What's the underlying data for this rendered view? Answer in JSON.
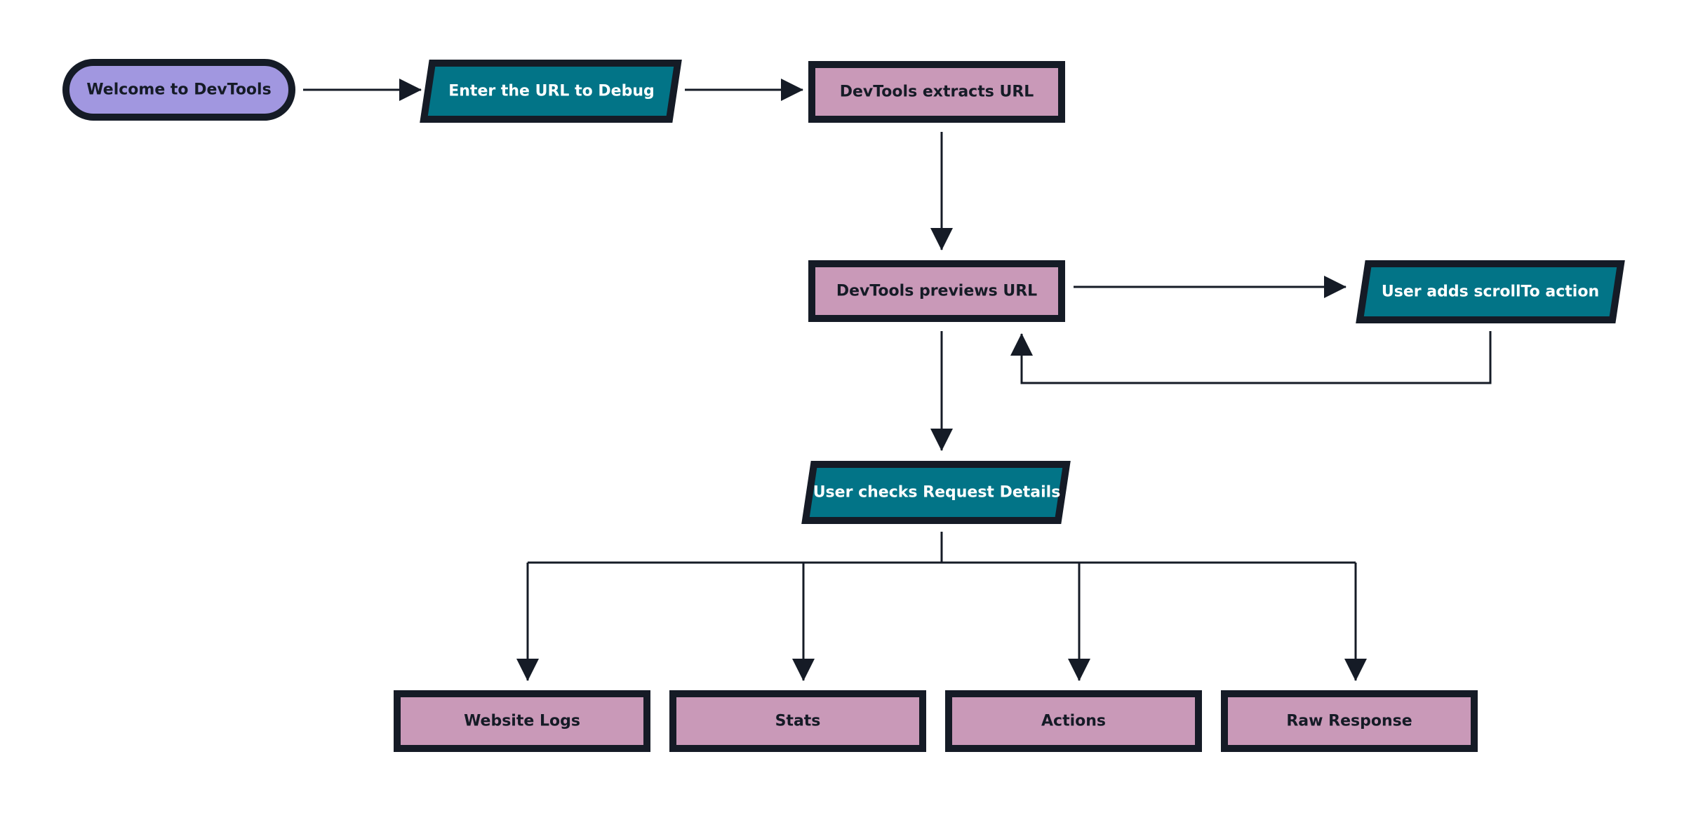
{
  "diagram": {
    "colors": {
      "background": "#ffffff",
      "outline": "#151b26",
      "terminal_fill": "#a197e0",
      "process_fill": "#c999b8",
      "io_fill": "#027487",
      "dark_text": "#151b26",
      "light_text": "#ffffff"
    },
    "nodes": {
      "start": {
        "label": "Welcome to DevTools",
        "shape": "terminal"
      },
      "enter_url": {
        "label": "Enter the URL to Debug",
        "shape": "input-output"
      },
      "extract_url": {
        "label": "DevTools extracts URL",
        "shape": "process"
      },
      "preview_url": {
        "label": "DevTools previews URL",
        "shape": "process"
      },
      "scroll_action": {
        "label": "User adds scrollTo action",
        "shape": "input-output"
      },
      "request_details": {
        "label": "User checks Request Details",
        "shape": "input-output"
      },
      "website_logs": {
        "label": "Website Logs",
        "shape": "process"
      },
      "stats": {
        "label": "Stats",
        "shape": "process"
      },
      "actions": {
        "label": "Actions",
        "shape": "process"
      },
      "raw_response": {
        "label": "Raw Response",
        "shape": "process"
      }
    },
    "edges": [
      {
        "from": "start",
        "to": "enter_url"
      },
      {
        "from": "enter_url",
        "to": "extract_url"
      },
      {
        "from": "extract_url",
        "to": "preview_url"
      },
      {
        "from": "preview_url",
        "to": "scroll_action"
      },
      {
        "from": "scroll_action",
        "to": "preview_url"
      },
      {
        "from": "preview_url",
        "to": "request_details"
      },
      {
        "from": "request_details",
        "to": "website_logs"
      },
      {
        "from": "request_details",
        "to": "stats"
      },
      {
        "from": "request_details",
        "to": "actions"
      },
      {
        "from": "request_details",
        "to": "raw_response"
      }
    ]
  }
}
